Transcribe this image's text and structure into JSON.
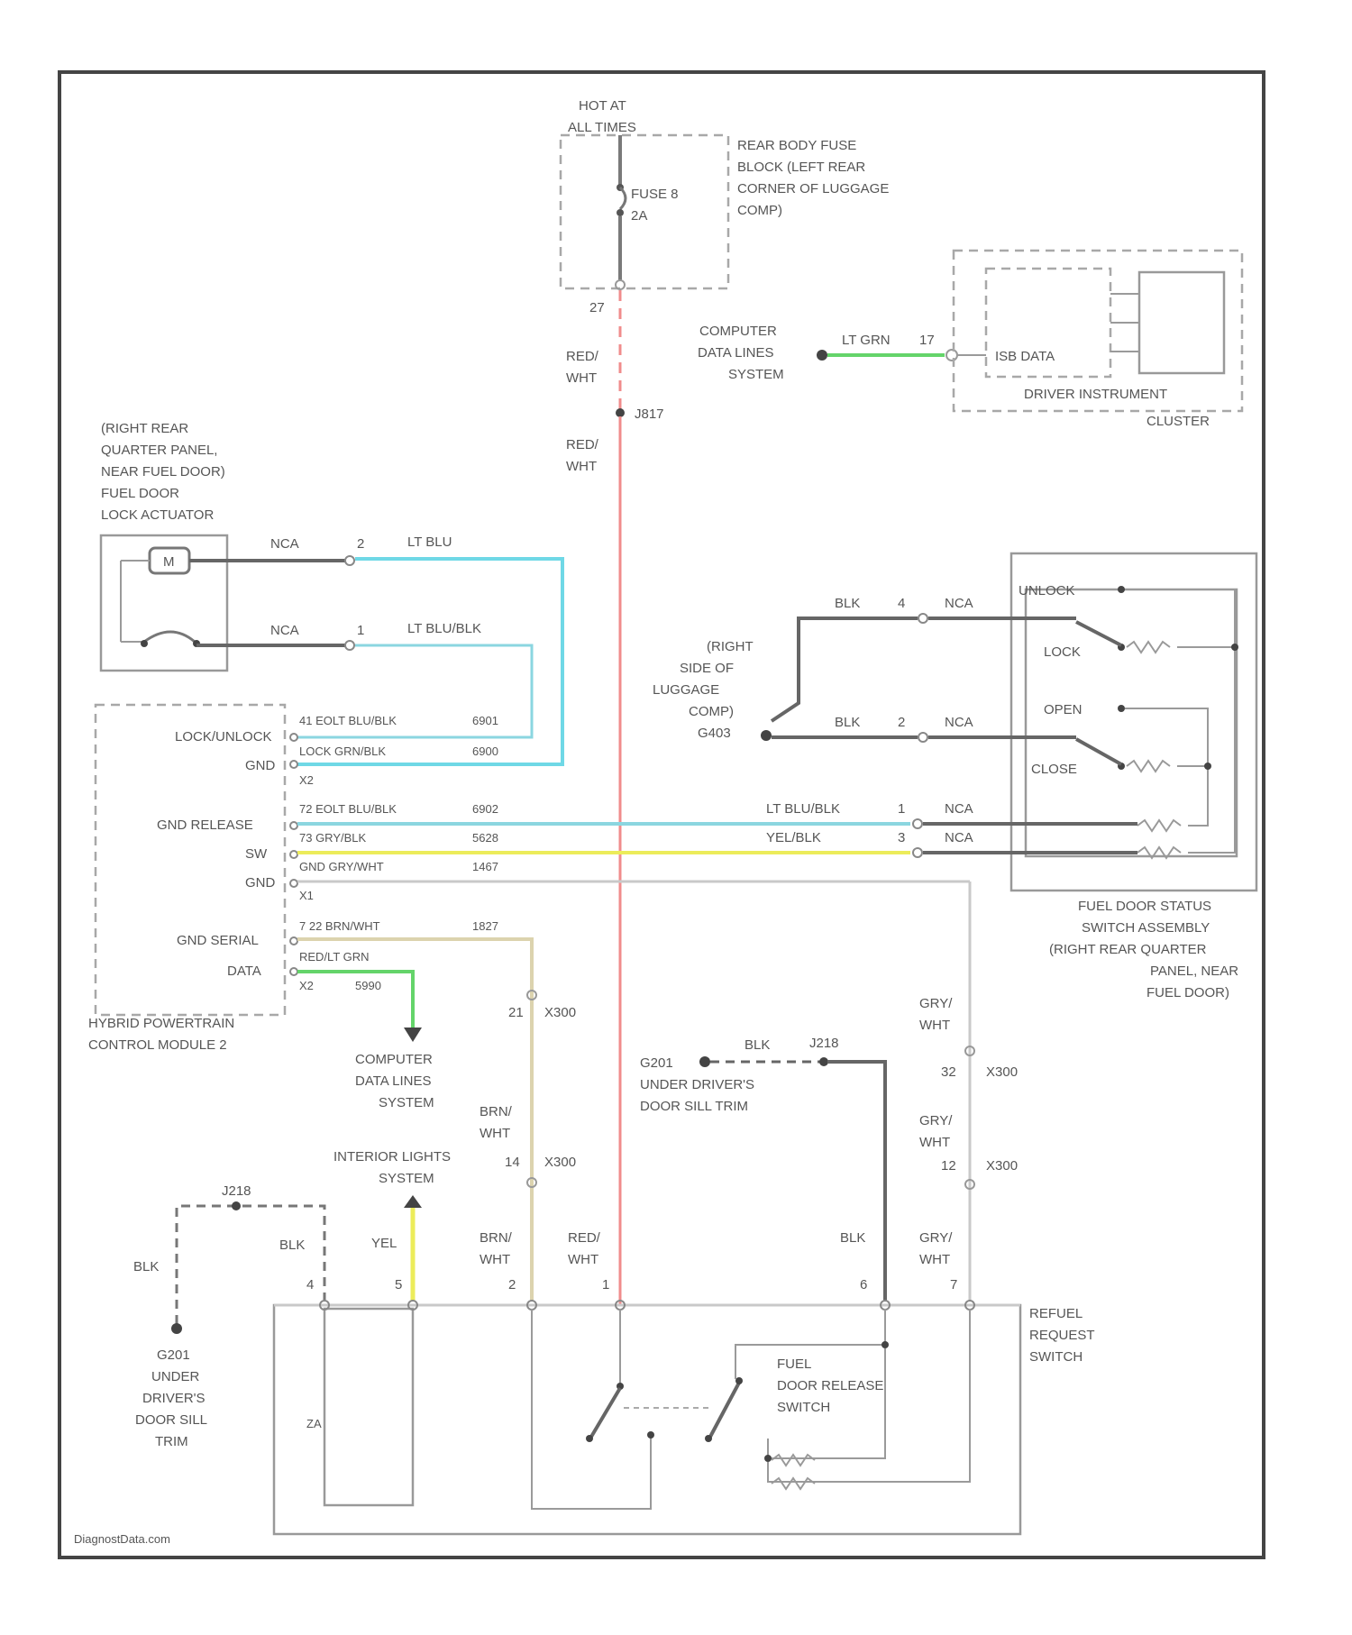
{
  "watermark": "DiagnostData.com",
  "power": {
    "hot_line1": "HOT AT",
    "hot_line2": "ALL TIMES",
    "fuse_name": "FUSE 8",
    "fuse_rating": "2A",
    "fuse_block_lines": [
      "REAR BODY FUSE",
      "BLOCK (LEFT REAR",
      "CORNER OF LUGGAGE",
      "COMP)"
    ],
    "pin_27": "27",
    "wire_color_a": [
      "RED/",
      "WHT"
    ],
    "splice": "J817",
    "wire_color_b": [
      "RED/",
      "WHT"
    ]
  },
  "cluster": {
    "cds_lines": [
      "COMPUTER",
      "DATA LINES",
      "SYSTEM"
    ],
    "wire": "LT GRN",
    "pin": "17",
    "inner_label": "ISB DATA",
    "title_lines": [
      "DRIVER INSTRUMENT",
      "CLUSTER"
    ]
  },
  "actuator": {
    "title_lines": [
      "(RIGHT REAR",
      "QUARTER PANEL,",
      "NEAR FUEL DOOR)",
      "FUEL DOOR",
      "LOCK ACTUATOR"
    ],
    "motor": "M",
    "w1_conn": "NCA",
    "w1_pin": "2",
    "w1_color": "LT BLU",
    "w2_conn": "NCA",
    "w2_pin": "1",
    "w2_color": "LT BLU/BLK"
  },
  "pcm": {
    "labels": [
      "LOCK/UNLOCK",
      "LOCK",
      "GND",
      "GND RELEASE",
      "SW",
      "GND",
      "GND SERIAL",
      "DATA"
    ],
    "pin_rows": [
      {
        "pin": "41 EOLT BLU/BLK",
        "circuit": "6901"
      },
      {
        "pin": "LOCK GRN/BLK",
        "circuit": "6900"
      },
      {
        "pin": "X2",
        "circuit": ""
      },
      {
        "pin": "72 EOLT BLU/BLK",
        "circuit": "6902"
      },
      {
        "pin": "73 GRY/BLK",
        "circuit": "5628"
      },
      {
        "pin": "GND GRY/WHT",
        "circuit": "1467"
      },
      {
        "pin": "X1",
        "circuit": ""
      },
      {
        "pin": "7 22 BRN/WHT",
        "circuit": "1827"
      },
      {
        "pin": "RED/LT GRN",
        "circuit": ""
      },
      {
        "pin": "X2",
        "circuit": "5990"
      }
    ],
    "title_lines": [
      "HYBRID POWERTRAIN",
      "CONTROL MODULE 2"
    ],
    "cds_lines": [
      "COMPUTER",
      "DATA LINES",
      "SYSTEM"
    ]
  },
  "status_switch": {
    "blk1": "BLK",
    "pin4": "4",
    "nca1": "NCA",
    "ground_lines": [
      "(RIGHT",
      "SIDE OF",
      "LUGGAGE",
      "COMP)",
      "G403"
    ],
    "blk2": "BLK",
    "pin2": "2",
    "nca2": "NCA",
    "unlock": "UNLOCK",
    "lock": "LOCK",
    "open": "OPEN",
    "close": "CLOSE",
    "w_a_color": "LT BLU/BLK",
    "w_a_pin": "1",
    "w_a_conn": "NCA",
    "w_b_color": "YEL/BLK",
    "w_b_pin": "3",
    "w_b_conn": "NCA",
    "title_lines": [
      "FUEL DOOR STATUS",
      "SWITCH ASSEMBLY",
      "(RIGHT REAR QUARTER",
      "PANEL, NEAR",
      "FUEL DOOR)"
    ]
  },
  "mid": {
    "c_pin21": "21",
    "c_x21": "X300",
    "bw_color": [
      "BRN/",
      "WHT"
    ],
    "c_pin14": "14",
    "c_x14": "X300",
    "il_lines": [
      "INTERIOR LIGHTS",
      "SYSTEM"
    ],
    "g_name": "G201",
    "g_blk": "BLK",
    "g_splice": "J218",
    "g_lines": [
      "UNDER DRIVER'S",
      "DOOR SILL TRIM"
    ],
    "gw1": [
      "GRY/",
      "WHT"
    ],
    "c_pin32": "32",
    "c_x32": "X300",
    "gw2": [
      "GRY/",
      "WHT"
    ],
    "c_pin12": "12",
    "c_x12": "X300"
  },
  "refuel": {
    "left_splice": "J218",
    "left_blk_a": "BLK",
    "left_blk_b": "BLK",
    "left_ground_lines": [
      "G201",
      "UNDER",
      "DRIVER'S",
      "DOOR SILL",
      "TRIM"
    ],
    "pins": [
      "4",
      "5",
      "2",
      "1",
      "6",
      "7"
    ],
    "wire_labels": [
      [
        "YEL"
      ],
      [
        "BRN/",
        "WHT"
      ],
      [
        "RED/",
        "WHT"
      ],
      [
        "BLK"
      ],
      [
        "GRY/",
        "WHT"
      ]
    ],
    "sw_title": [
      "FUEL",
      "DOOR RELEASE",
      "SWITCH"
    ],
    "title_lines": [
      "REFUEL",
      "REQUEST",
      "SWITCH"
    ]
  },
  "colors": {
    "red": "#f08c8c",
    "cyan": "#6fd8e6",
    "lt_blue": "#8bd6e0",
    "green": "#64d46a",
    "yellow": "#ecec5a",
    "tan": "#dcd3ae",
    "gray": "#7a7a7a"
  }
}
